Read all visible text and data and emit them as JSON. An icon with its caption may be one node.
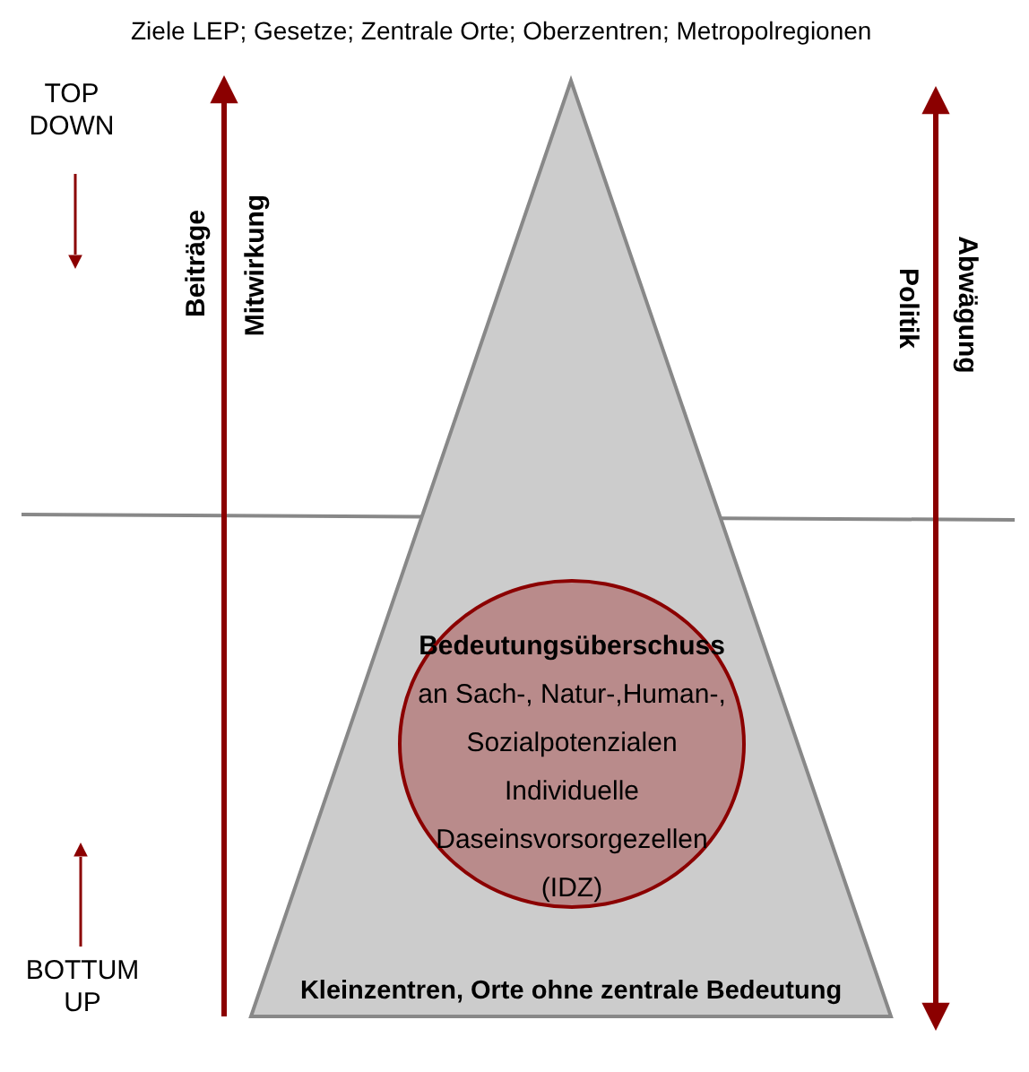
{
  "diagram": {
    "nodes": [
      {
        "text": [
          "Kleinzentren, Orte ohne zentrale Bedeutung"
        ]
      },
      {
        "text": [
          "Bedeutungsüberschuss",
          "an Sach-, Natur-,Human-, Sozialpotenzialen",
          "Individuelle Daseinsvorsorgezellen (IDZ)"
        ],
        "in": 0
      }
    ],
    "labels": [
      "Ziele LEP; Gesetze; Zentrale Orte; Oberzentren; Metropolregionen",
      "TOP DOWN",
      "Beiträge",
      "Mitwirkung",
      "Politik",
      "Abwägung",
      "BOTTUM UP"
    ]
  }
}
